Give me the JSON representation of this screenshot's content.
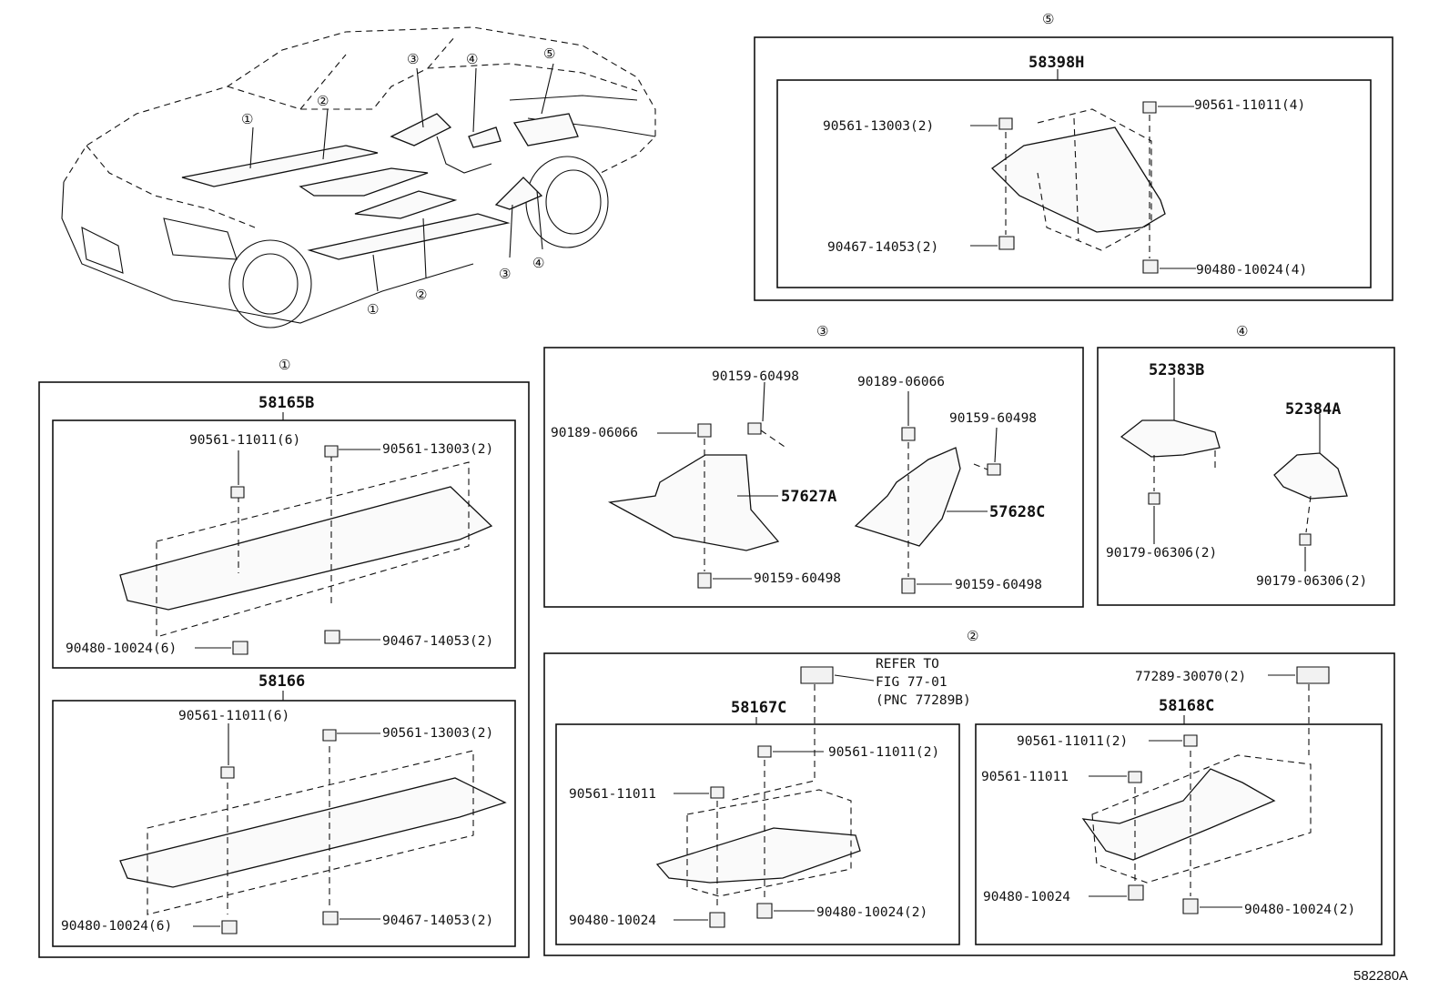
{
  "diagram_id": "582280A",
  "circle_labels": {
    "c1": "①",
    "c2": "②",
    "c3": "③",
    "c4": "④",
    "c5": "⑤"
  },
  "section5": {
    "part": "58398H",
    "labels": [
      "90561-13003(2)",
      "90561-11011(4)",
      "90467-14053(2)",
      "90480-10024(4)"
    ]
  },
  "section1": {
    "upper_part": "58165B",
    "upper_labels": [
      "90561-11011(6)",
      "90561-13003(2)",
      "90480-10024(6)",
      "90467-14053(2)"
    ],
    "lower_part": "58166",
    "lower_labels": [
      "90561-11011(6)",
      "90561-13003(2)",
      "90480-10024(6)",
      "90467-14053(2)"
    ]
  },
  "section3": {
    "left_part": "57627A",
    "right_part": "57628C",
    "labels": [
      "90159-60498",
      "90189-06066",
      "90189-06066",
      "90159-60498",
      "90159-60498",
      "90159-60498"
    ]
  },
  "section4": {
    "left_part": "52383B",
    "right_part": "52384A",
    "labels": [
      "90179-06306(2)",
      "90179-06306(2)"
    ]
  },
  "section2": {
    "refer": [
      "REFER TO",
      "FIG 77-01",
      "(PNC 77289B)"
    ],
    "clip_label": "77289-30070(2)",
    "left_part": "58167C",
    "left_labels": [
      "90561-11011(2)",
      "90561-11011",
      "90480-10024",
      "90480-10024(2)"
    ],
    "right_part": "58168C",
    "right_labels": [
      "90561-11011(2)",
      "90561-11011",
      "90480-10024",
      "90480-10024(2)"
    ]
  }
}
